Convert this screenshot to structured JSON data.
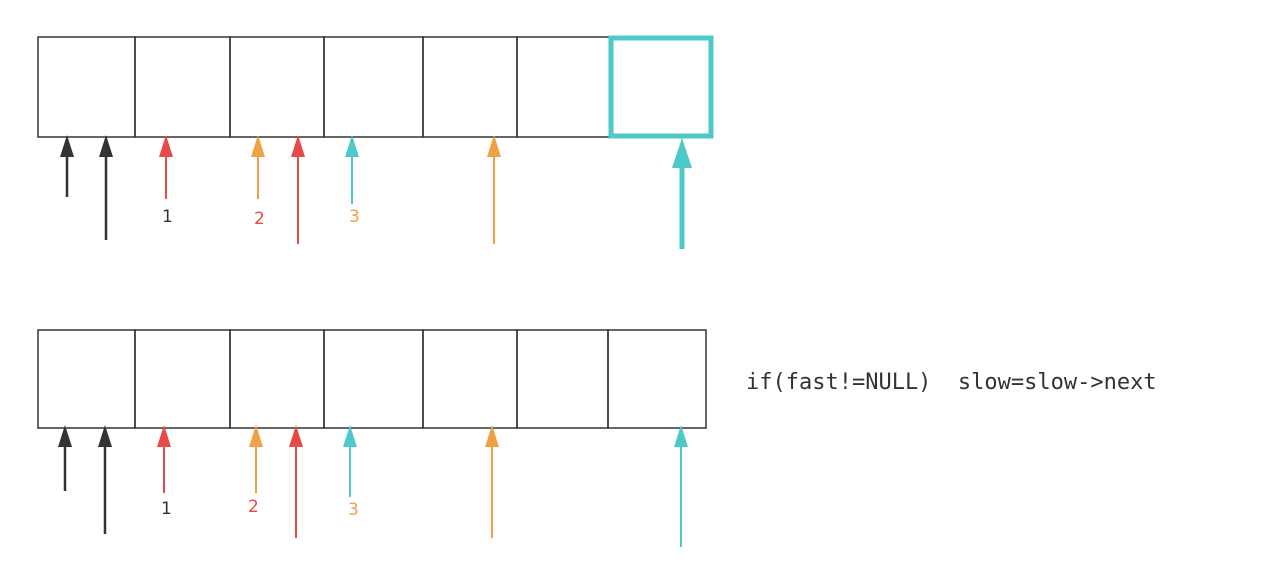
{
  "colors": {
    "outline": "#333333",
    "black": "#333333",
    "red": "#e84a4a",
    "orange": "#f0a045",
    "cyan": "#4ec9c9"
  },
  "top": {
    "labels": {
      "one": "1",
      "two": "2",
      "three": "3"
    }
  },
  "bottom": {
    "labels": {
      "one": "1",
      "two": "2",
      "three": "3"
    },
    "code": "if(fast!=NULL)  slow=slow->next"
  }
}
